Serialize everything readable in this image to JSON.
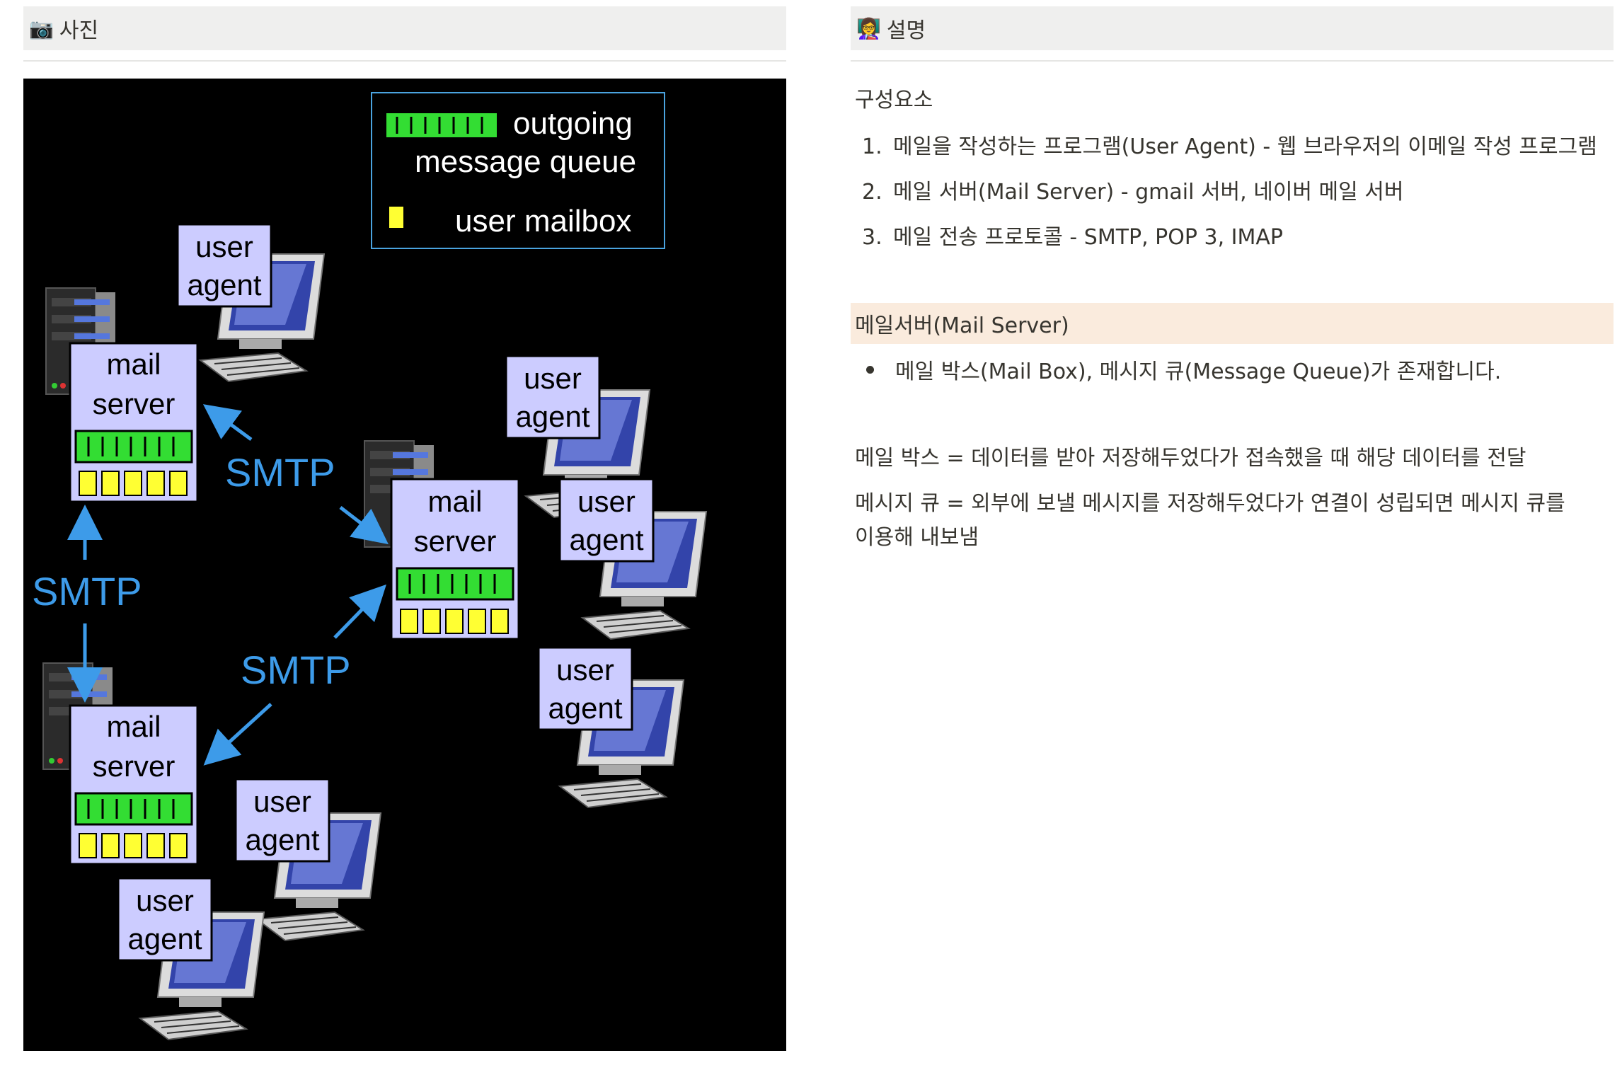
{
  "left_column": {
    "header_icon": "camera-icon",
    "header_emoji": "📷",
    "header_title": "사진"
  },
  "right_column": {
    "header_icon": "teacher-icon",
    "header_emoji": "👩‍🏫",
    "header_title": "설명"
  },
  "diagram": {
    "legend": {
      "queue_label_line1": "outgoing",
      "queue_label_line2": "message queue",
      "mailbox_label": "user mailbox"
    },
    "mail_server_line1": "mail",
    "mail_server_line2": "server",
    "user_agent_line1": "user",
    "user_agent_line2": "agent",
    "smtp_label": "SMTP",
    "colors": {
      "background": "#000000",
      "box_fill": "#ccccff",
      "queue_green": "#33dd33",
      "mailbox_yellow": "#ffff33",
      "arrow_blue": "#3d9be9",
      "legend_border": "#4aa3df"
    }
  },
  "content": {
    "section_heading": "구성요소",
    "list_items": [
      {
        "num": "1.",
        "text": "메일을 작성하는 프로그램(User Agent) - 웹 브라우저의 이메일 작성 프로그램"
      },
      {
        "num": "2.",
        "text": "메일 서버(Mail Server) - gmail 서버, 네이버 메일 서버"
      },
      {
        "num": "3.",
        "text": "메일 전송 프로토콜 - SMTP, POP 3, IMAP"
      }
    ],
    "callout_title": "메일서버(Mail Server)",
    "bullet_text": "메일 박스(Mail Box), 메시지 큐(Message Queue)가 존재합니다.",
    "paragraph1": "메일 박스 = 데이터를 받아 저장해두었다가 접속했을 때 해당 데이터를 전달",
    "paragraph2_line1": "메시지 큐 = 외부에 보낼 메시지를 저장해두었다가 연결이 성립되면 메시지 큐를",
    "paragraph2_line2": "이용해 내보냄"
  }
}
